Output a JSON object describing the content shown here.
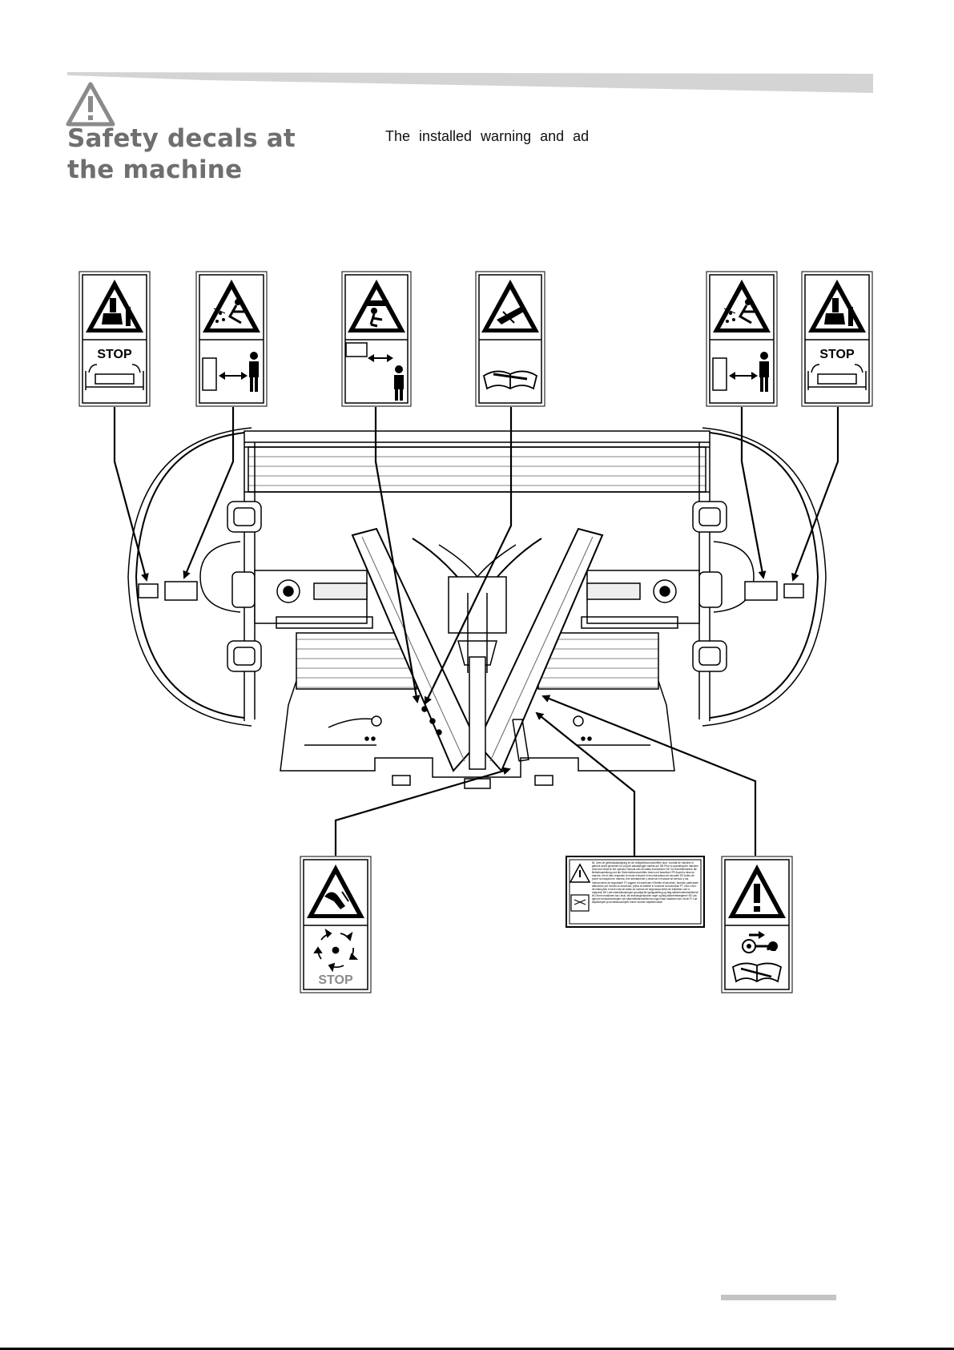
{
  "section": {
    "title_line1": "Safety decals at",
    "title_line2": "the machine",
    "intro": "The installed warning and ad"
  },
  "icons": {
    "section": "warning-triangle-icon"
  },
  "decals": {
    "stop_label": "STOP",
    "instruction_sheet_text": "NL Lees de gebruiksaanwijzing en de veiligheidsvoorschriften door, voordat de machine in gebruik wordt genomen en volg de aanwijzingen steeds op! GB Prior to operating the machine read and observe the operator manual and all safety instructions! DE Vor Inbetriebnahme die Betriebsanleitung und die Sicherheitsvorschriften lesen und beachten! FR Avant la mise en marche, lire et bien respecter le mode d'emploi et les instructions de sécurité! ES Antes de poner la máquina en marcha, leer atentamente y observar el manual de servicio y las instrucciones de seguridad! IT Leggere ed osservare il libretto di istruzioni, facendo particolare attenzione per l'avviso di sicurezza, prima di mettere in funzione la macchina! PT Leia o livro de instruções e tome nota de todas as normas de segurança antes de trabalhar com a máquina! DK Læs instruktionsbogen grundigt før igangsætning og følg sikkerhedsforskrifterne! NO Innen maskinen tas i bruk, les instruksjonsboken nøye og følg sikkerhetsreglene! SE Läs igenom bruksanvisningen och säkerhetsföreskrifterna noga innan maskinen tas i bruk! FI Lue käyttöohjeet ja turvallisuusohjeet ennen koneen käyttöönottoa!"
  }
}
